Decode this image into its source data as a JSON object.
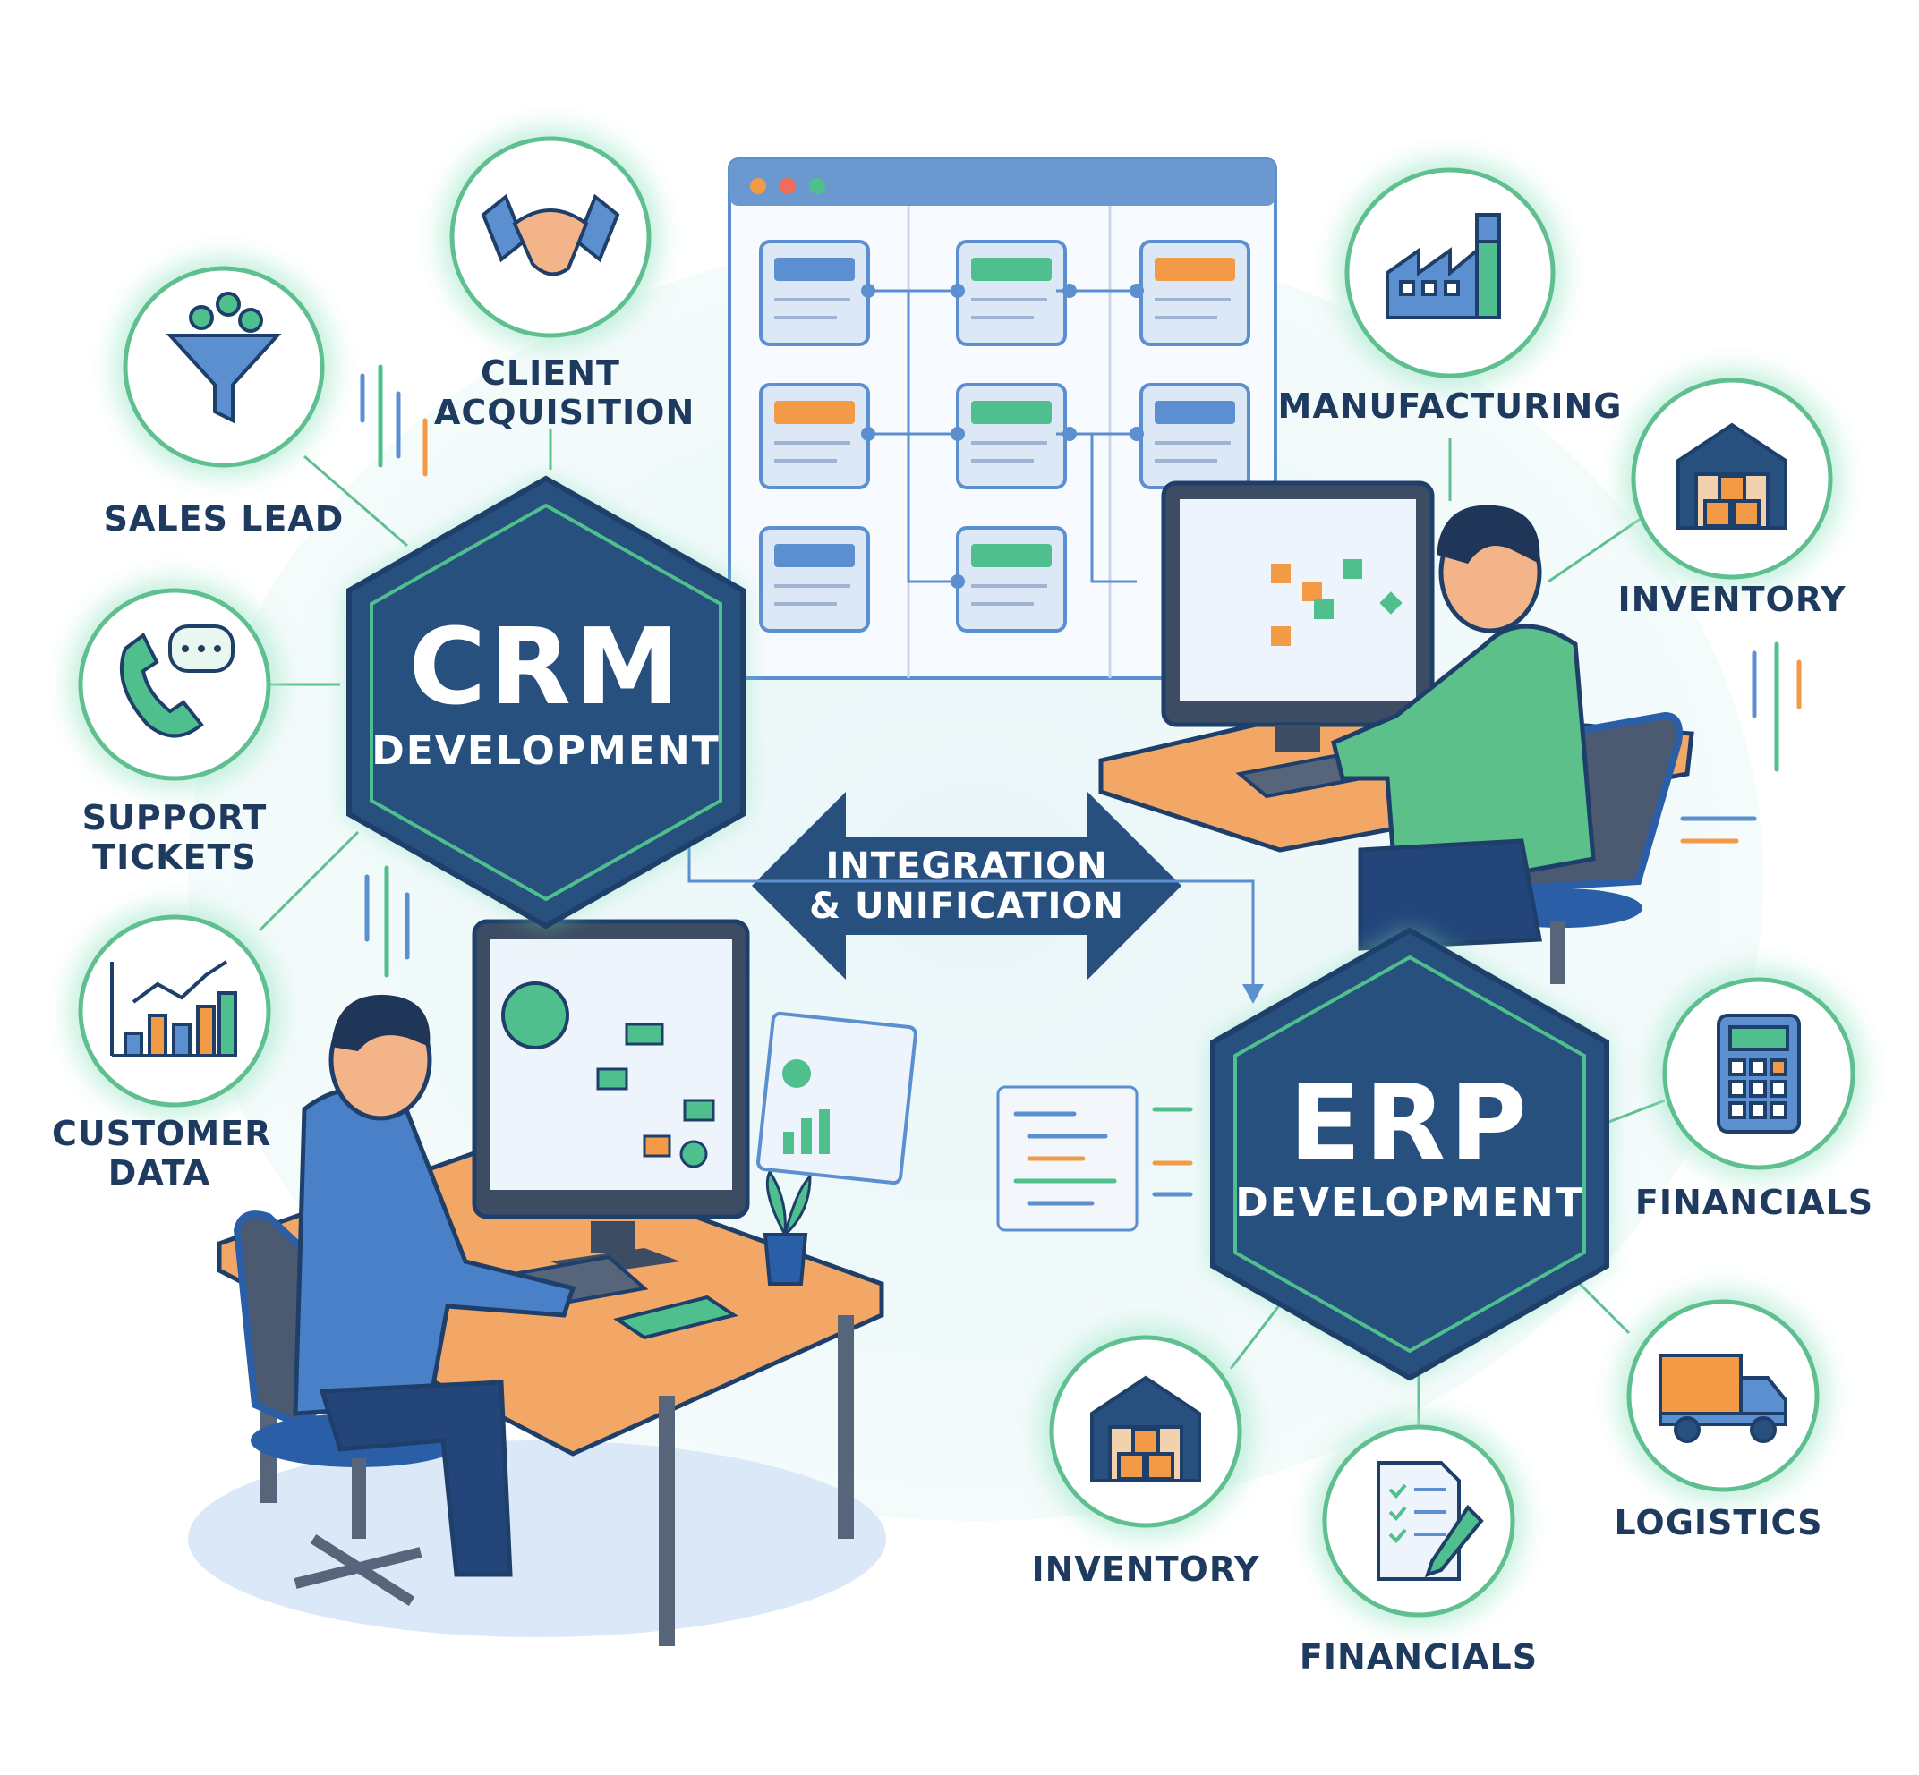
{
  "crm": {
    "title": "CRM",
    "subtitle": "DEVELOPMENT",
    "nodes": [
      {
        "label": "SALES LEAD",
        "icon": "funnel-icon"
      },
      {
        "label": "CLIENT ACQUISITION",
        "icon": "handshake-icon"
      },
      {
        "label": "SUPPORT TICKETS",
        "icon": "phone-chat-icon"
      },
      {
        "label": "CUSTOMER DATA",
        "icon": "bar-chart-icon"
      }
    ]
  },
  "erp": {
    "title": "ERP",
    "subtitle": "DEVELOPMENT",
    "nodes": [
      {
        "label": "MANUFACTURING",
        "icon": "factory-icon"
      },
      {
        "label": "INVENTORY",
        "icon": "warehouse-icon"
      },
      {
        "label": "FINANCIALS",
        "icon": "calculator-icon"
      },
      {
        "label": "LOGISTICS",
        "icon": "truck-icon"
      },
      {
        "label": "FINANCIALS",
        "icon": "document-pen-icon"
      },
      {
        "label": "INVENTORY",
        "icon": "warehouse-icon"
      }
    ]
  },
  "integration": {
    "line1": "INTEGRATION",
    "line2": "& UNIFICATION"
  },
  "colors": {
    "navy": "#1f3f6b",
    "hex_fill": "#27507e",
    "accent_green": "#4fc08d",
    "accent_orange": "#f29a45",
    "accent_blue": "#5b8fcf",
    "ring": "#5fbf8f"
  }
}
